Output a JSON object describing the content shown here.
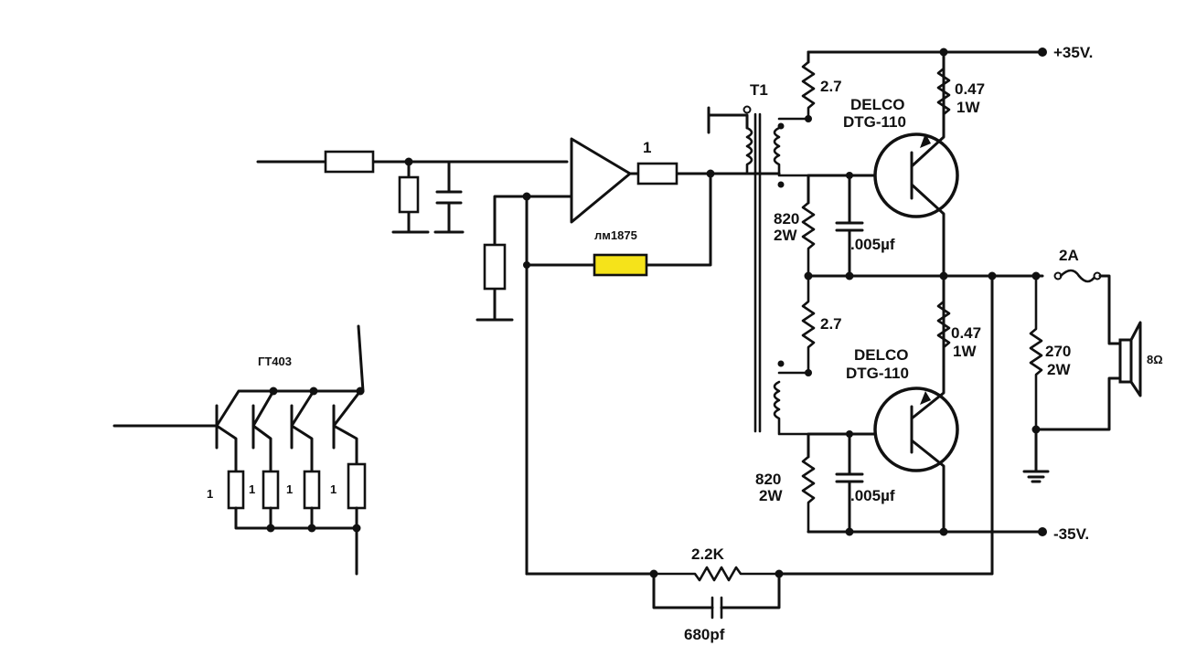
{
  "labels": {
    "t1": "T1",
    "pos_supply": "+35V.",
    "neg_supply": "-35V.",
    "r_top_bias": "2.7",
    "r_top_emitter": "0.47",
    "r_top_emitter_power": "1W",
    "top_transistor_brand": "DELCO",
    "top_transistor_model": "DTG-110",
    "r_top_base": "820",
    "r_top_base_power": "2W",
    "c_top": ".005µf",
    "r_bot_bias": "2.7",
    "r_bot_emitter": "0.47",
    "r_bot_emitter_power": "1W",
    "bot_transistor_brand": "DELCO",
    "bot_transistor_model": "DTG-110",
    "r_bot_base": "820",
    "r_bot_base_power": "2W",
    "c_bot": ".005µf",
    "fuse": "2A",
    "r_load": "270",
    "r_load_power": "2W",
    "speaker": "8Ω",
    "r_feedback": "2.2K",
    "c_feedback": "680pf",
    "r_driver": "1",
    "ic": "лм1875",
    "array_title": "ГТ403",
    "array_r1": "1",
    "array_r2": "1",
    "array_r3": "1",
    "array_r4": "1"
  },
  "colors": {
    "ink": "#111111",
    "highlight": "#f5e31a"
  }
}
